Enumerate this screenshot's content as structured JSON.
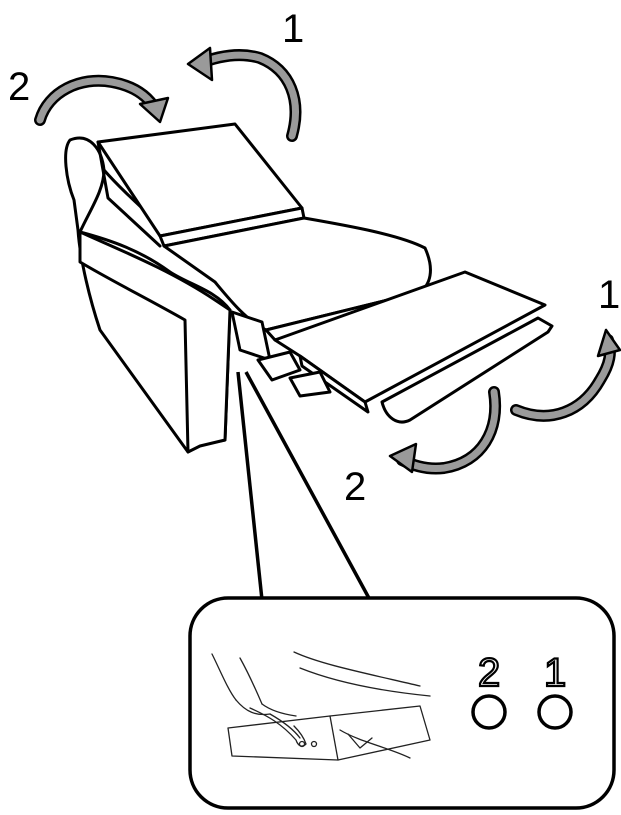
{
  "labels": {
    "headrest_arrow_1": "1",
    "headrest_arrow_2": "2",
    "footrest_arrow_1": "1",
    "footrest_arrow_2": "2"
  },
  "inset": {
    "button_2_label": "2",
    "button_1_label": "1"
  },
  "colors": {
    "line": "#000000",
    "arrow_fill": "#9a9a9a",
    "background": "#ffffff"
  },
  "icons": {
    "arrow": "curved-arrow-icon",
    "button": "circle-button-icon"
  }
}
